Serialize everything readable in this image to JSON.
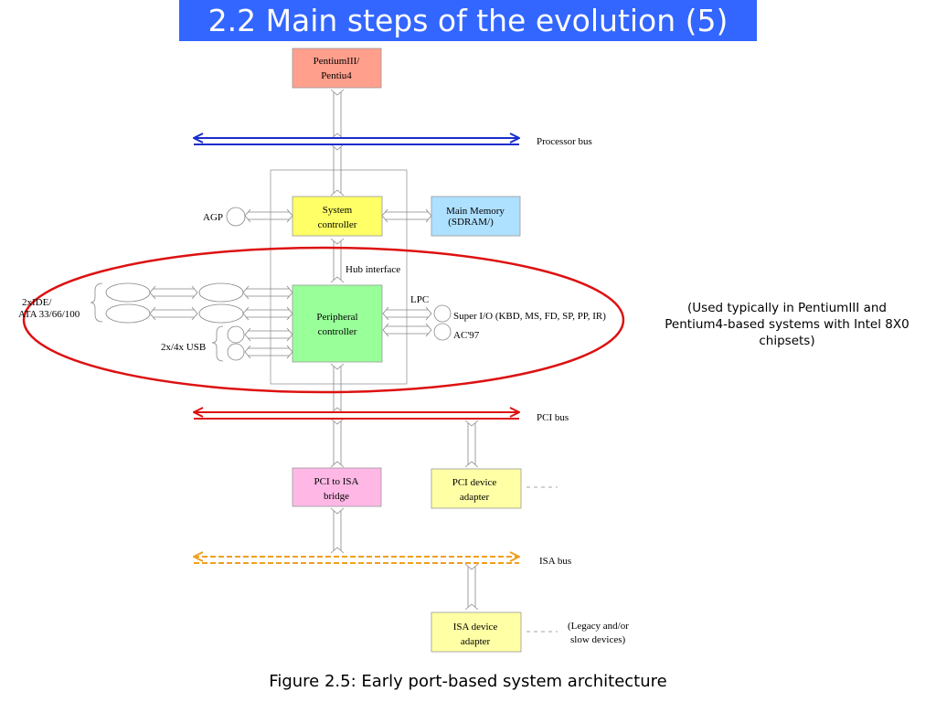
{
  "title": "2.2 Main steps of the evolution (5)",
  "caption": "Figure 2.5: Early port-based system architecture",
  "note": "(Used typically in  PentiumIII and Pentium4-based systems with Intel 8X0 chipsets)",
  "colors": {
    "title_bg": "#3366ff",
    "processor": "#ff9f8c",
    "controller": "#ffff66",
    "memory": "#aee0ff",
    "peripheral": "#99ff99",
    "pci_isa_bridge": "#ffb8e6",
    "device_adapter": "#ffffa6",
    "processor_bus": "#1a2ccc",
    "pci_bus": "#dd1111",
    "isa_bus": "#f0a020",
    "highlight_ellipse": "#dd1111"
  },
  "blocks": {
    "processor": [
      "PentiumIII/",
      "Pentiu4"
    ],
    "system_controller": [
      "System",
      "controller"
    ],
    "main_memory": [
      "Main Memory",
      "(SDRAM/)"
    ],
    "peripheral_controller": [
      "Peripheral",
      "controller"
    ],
    "pci_isa_bridge": [
      "PCI to ISA",
      "bridge"
    ],
    "pci_device_adapter": [
      "PCI device",
      "adapter"
    ],
    "isa_device_adapter": [
      "ISA device",
      "adapter"
    ]
  },
  "labels": {
    "processor_bus": "Processor bus",
    "pci_bus": "PCI bus",
    "isa_bus": "ISA bus",
    "agp": "AGP",
    "hub_interface": "Hub interface",
    "lpc": "LPC",
    "ide": [
      "2xIDE/",
      "ATA 33/66/100"
    ],
    "usb": "2x/4x USB",
    "super_io": "Super I/O (KBD, MS, FD, SP, PP, IR)",
    "ac97": "AC'97",
    "legacy": [
      "(Legacy and/or",
      "slow devices)"
    ]
  }
}
